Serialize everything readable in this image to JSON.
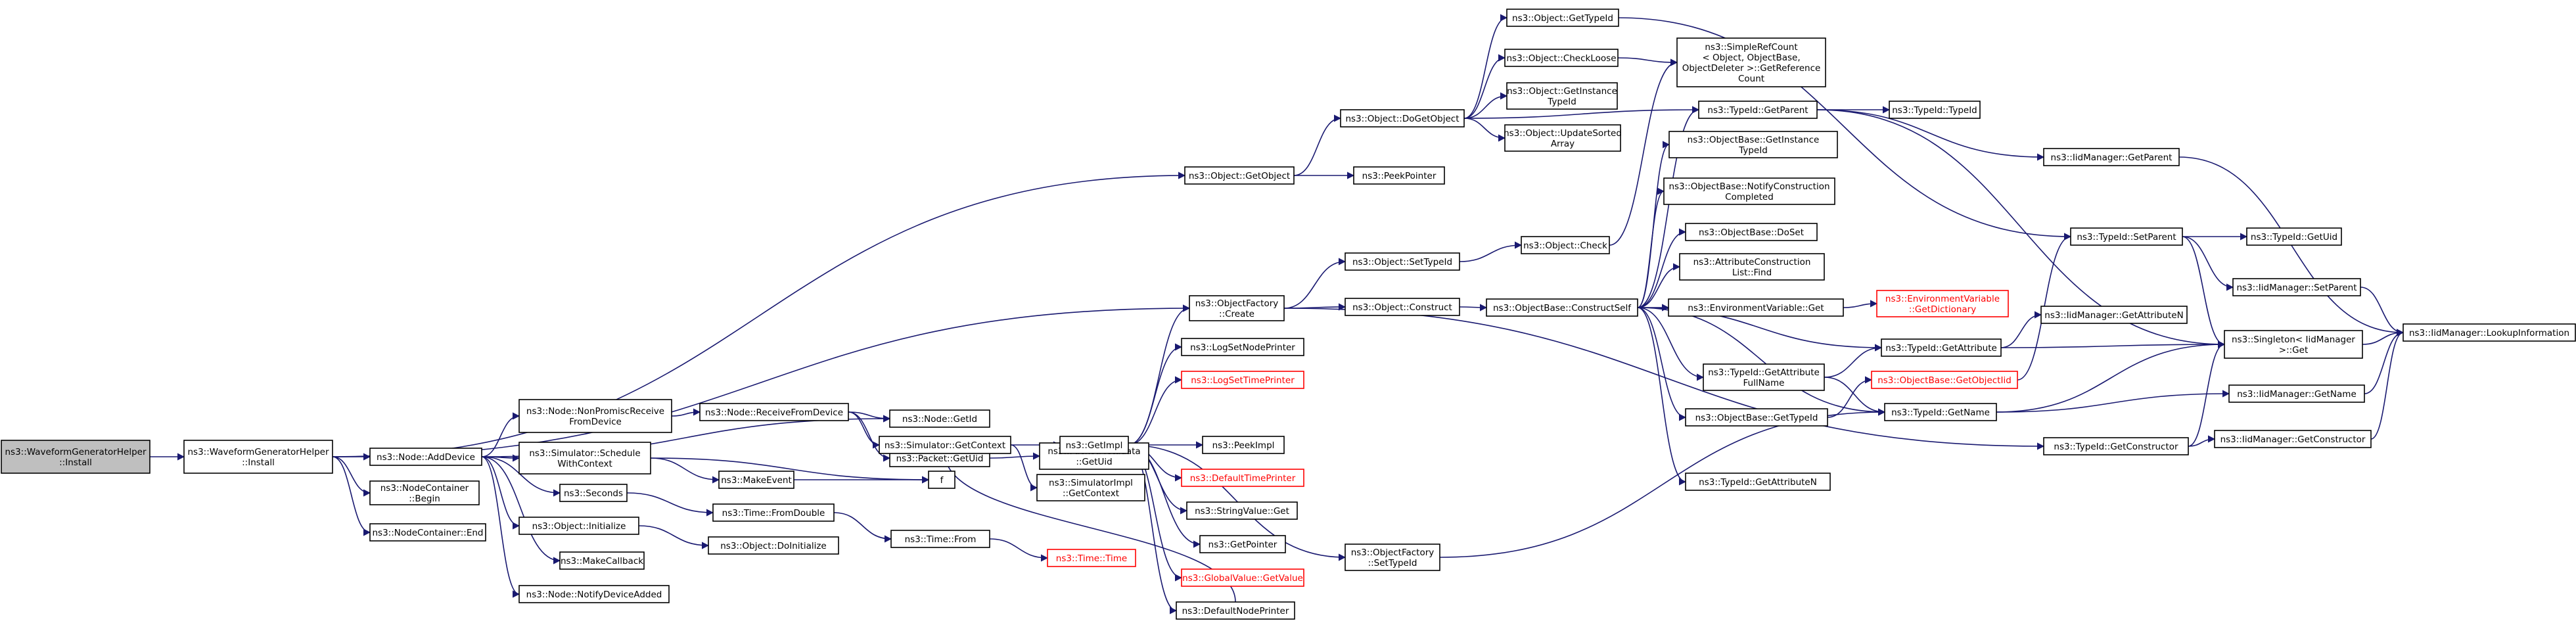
{
  "diagram": {
    "nodes": [
      {
        "id": "root",
        "lines": [
          "ns3::WaveformGeneratorHelper",
          "::Install"
        ],
        "root": true
      },
      {
        "id": "wgh_install",
        "lines": [
          "ns3::WaveformGeneratorHelper",
          "::Install"
        ]
      },
      {
        "id": "node_adddevice",
        "lines": [
          "ns3::Node::AddDevice"
        ]
      },
      {
        "id": "nc_begin",
        "lines": [
          "ns3::NodeContainer",
          "::Begin"
        ]
      },
      {
        "id": "nc_end",
        "lines": [
          "ns3::NodeContainer::End"
        ]
      },
      {
        "id": "obj_getobject",
        "lines": [
          "ns3::Object::GetObject"
        ]
      },
      {
        "id": "of_create",
        "lines": [
          "ns3::ObjectFactory",
          "::Create"
        ]
      },
      {
        "id": "node_getid",
        "lines": [
          "ns3::Node::GetId"
        ]
      },
      {
        "id": "node_nonprom",
        "lines": [
          "ns3::Node::NonPromiscReceive",
          "FromDevice"
        ]
      },
      {
        "id": "sim_schedwc",
        "lines": [
          "ns3::Simulator::Schedule",
          "WithContext"
        ]
      },
      {
        "id": "seconds",
        "lines": [
          "ns3::Seconds"
        ]
      },
      {
        "id": "obj_initialize",
        "lines": [
          "ns3::Object::Initialize"
        ]
      },
      {
        "id": "makecallback",
        "lines": [
          "ns3::MakeCallback"
        ]
      },
      {
        "id": "node_notify",
        "lines": [
          "ns3::Node::NotifyDeviceAdded"
        ]
      },
      {
        "id": "node_receive",
        "lines": [
          "ns3::Node::ReceiveFromDevice"
        ]
      },
      {
        "id": "makeevent",
        "lines": [
          "ns3::MakeEvent"
        ]
      },
      {
        "id": "f",
        "lines": [
          "f"
        ]
      },
      {
        "id": "time_fromdouble",
        "lines": [
          "ns3::Time::FromDouble"
        ]
      },
      {
        "id": "obj_doinit",
        "lines": [
          "ns3::Object::DoInitialize"
        ]
      },
      {
        "id": "packet_getuid",
        "lines": [
          "ns3::Packet::GetUid"
        ]
      },
      {
        "id": "sim_getcontext",
        "lines": [
          "ns3::Simulator::GetContext"
        ]
      },
      {
        "id": "time_from",
        "lines": [
          "ns3::Time::From"
        ]
      },
      {
        "id": "pm_getuid",
        "lines": [
          "ns3::PacketMetadata",
          "::GetUid"
        ]
      },
      {
        "id": "getimpl",
        "lines": [
          "ns3::GetImpl"
        ]
      },
      {
        "id": "time_time",
        "lines": [
          "ns3::Time::Time"
        ],
        "red": true
      },
      {
        "id": "simimpl_getctx",
        "lines": [
          "ns3::SimulatorImpl",
          "::GetContext"
        ]
      },
      {
        "id": "peekpointer",
        "lines": [
          "ns3::PeekPointer"
        ]
      },
      {
        "id": "obj_dogetobject",
        "lines": [
          "ns3::Object::DoGetObject"
        ]
      },
      {
        "id": "obj_settypeid",
        "lines": [
          "ns3::Object::SetTypeId"
        ]
      },
      {
        "id": "obj_construct",
        "lines": [
          "ns3::Object::Construct"
        ]
      },
      {
        "id": "lognodeprinter",
        "lines": [
          "ns3::LogSetNodePrinter"
        ]
      },
      {
        "id": "logtimeprinter",
        "lines": [
          "ns3::LogSetTimePrinter"
        ],
        "red": true
      },
      {
        "id": "peekimpl",
        "lines": [
          "ns3::PeekImpl"
        ]
      },
      {
        "id": "defaulttimeprinter",
        "lines": [
          "ns3::DefaultTimePrinter"
        ],
        "red": true
      },
      {
        "id": "stringvalue_get",
        "lines": [
          "ns3::StringValue::Get"
        ]
      },
      {
        "id": "getpointer",
        "lines": [
          "ns3::GetPointer"
        ]
      },
      {
        "id": "globalvalue_get",
        "lines": [
          "ns3::GlobalValue::GetValue"
        ],
        "red": true
      },
      {
        "id": "defaultnodeprinter",
        "lines": [
          "ns3::DefaultNodePrinter"
        ]
      },
      {
        "id": "of_settypeid",
        "lines": [
          "ns3::ObjectFactory",
          "::SetTypeId"
        ]
      },
      {
        "id": "obj_gettypeid",
        "lines": [
          "ns3::Object::GetTypeId"
        ]
      },
      {
        "id": "obj_checkloose",
        "lines": [
          "ns3::Object::CheckLoose"
        ]
      },
      {
        "id": "obj_getinsttypeid",
        "lines": [
          "ns3::Object::GetInstance",
          "TypeId"
        ]
      },
      {
        "id": "obj_updatesorted",
        "lines": [
          "ns3::Object::UpdateSorted",
          "Array"
        ]
      },
      {
        "id": "obj_check",
        "lines": [
          "ns3::Object::Check"
        ]
      },
      {
        "id": "objbase_constructself",
        "lines": [
          "ns3::ObjectBase::ConstructSelf"
        ]
      },
      {
        "id": "simplerefcount",
        "lines": [
          "ns3::SimpleRefCount",
          "< Object, ObjectBase,",
          "ObjectDeleter >::GetReference",
          "Count"
        ]
      },
      {
        "id": "typeid_getparent",
        "lines": [
          "ns3::TypeId::GetParent"
        ]
      },
      {
        "id": "objbase_getinsttypeid",
        "lines": [
          "ns3::ObjectBase::GetInstance",
          "TypeId"
        ]
      },
      {
        "id": "objbase_notify",
        "lines": [
          "ns3::ObjectBase::NotifyConstruction",
          "Completed"
        ]
      },
      {
        "id": "objbase_doset",
        "lines": [
          "ns3::ObjectBase::DoSet"
        ]
      },
      {
        "id": "attrconstructlist_find",
        "lines": [
          "ns3::AttributeConstruction",
          "List::Find"
        ]
      },
      {
        "id": "envvar_get",
        "lines": [
          "ns3::EnvironmentVariable::Get"
        ]
      },
      {
        "id": "typeid_getattrfullname",
        "lines": [
          "ns3::TypeId::GetAttribute",
          "FullName"
        ]
      },
      {
        "id": "objbase_gettypeid",
        "lines": [
          "ns3::ObjectBase::GetTypeId"
        ]
      },
      {
        "id": "typeid_getattrn",
        "lines": [
          "ns3::TypeId::GetAttributeN"
        ]
      },
      {
        "id": "typeid_typeid",
        "lines": [
          "ns3::TypeId::TypeId"
        ]
      },
      {
        "id": "envvar_getdict",
        "lines": [
          "ns3::EnvironmentVariable",
          "::GetDictionary"
        ],
        "red": true
      },
      {
        "id": "typeid_getattribute",
        "lines": [
          "ns3::TypeId::GetAttribute"
        ]
      },
      {
        "id": "objbase_getobjectiid",
        "lines": [
          "ns3::ObjectBase::GetObjectIid"
        ],
        "red": true
      },
      {
        "id": "typeid_getname",
        "lines": [
          "ns3::TypeId::GetName"
        ]
      },
      {
        "id": "iidmgr_getparent",
        "lines": [
          "ns3::IidManager::GetParent"
        ]
      },
      {
        "id": "iidmgr_getattrn",
        "lines": [
          "ns3::IidManager::GetAttributeN"
        ]
      },
      {
        "id": "typeid_setparent",
        "lines": [
          "ns3::TypeId::SetParent"
        ]
      },
      {
        "id": "typeid_getconstructor",
        "lines": [
          "ns3::TypeId::GetConstructor"
        ]
      },
      {
        "id": "typeid_getuid",
        "lines": [
          "ns3::TypeId::GetUid"
        ]
      },
      {
        "id": "iidmgr_setparent",
        "lines": [
          "ns3::IidManager::SetParent"
        ]
      },
      {
        "id": "singleton_get",
        "lines": [
          "ns3::Singleton< IidManager",
          ">::Get"
        ]
      },
      {
        "id": "iidmgr_getname",
        "lines": [
          "ns3::IidManager::GetName"
        ]
      },
      {
        "id": "iidmgr_getconstructor",
        "lines": [
          "ns3::IidManager::GetConstructor"
        ]
      },
      {
        "id": "iidmgr_lookupinfo",
        "lines": [
          "ns3::IidManager::LookupInformation"
        ]
      }
    ],
    "edges": [
      [
        "root",
        "wgh_install"
      ],
      [
        "wgh_install",
        "node_adddevice"
      ],
      [
        "wgh_install",
        "nc_begin"
      ],
      [
        "wgh_install",
        "nc_end"
      ],
      [
        "wgh_install",
        "obj_getobject"
      ],
      [
        "wgh_install",
        "of_create"
      ],
      [
        "node_adddevice",
        "node_getid"
      ],
      [
        "node_adddevice",
        "node_nonprom"
      ],
      [
        "node_adddevice",
        "sim_schedwc"
      ],
      [
        "node_adddevice",
        "seconds"
      ],
      [
        "node_adddevice",
        "obj_initialize"
      ],
      [
        "node_adddevice",
        "makecallback"
      ],
      [
        "node_adddevice",
        "node_notify"
      ],
      [
        "node_nonprom",
        "node_receive"
      ],
      [
        "node_receive",
        "node_getid"
      ],
      [
        "node_receive",
        "packet_getuid"
      ],
      [
        "node_receive",
        "sim_getcontext"
      ],
      [
        "sim_schedwc",
        "makeevent"
      ],
      [
        "sim_schedwc",
        "f"
      ],
      [
        "makeevent",
        "f"
      ],
      [
        "seconds",
        "time_fromdouble"
      ],
      [
        "time_fromdouble",
        "time_from"
      ],
      [
        "time_from",
        "time_time"
      ],
      [
        "obj_initialize",
        "obj_doinit"
      ],
      [
        "packet_getuid",
        "pm_getuid"
      ],
      [
        "sim_getcontext",
        "getimpl"
      ],
      [
        "sim_getcontext",
        "simimpl_getctx"
      ],
      [
        "getimpl",
        "of_create"
      ],
      [
        "getimpl",
        "lognodeprinter"
      ],
      [
        "getimpl",
        "logtimeprinter"
      ],
      [
        "getimpl",
        "peekimpl"
      ],
      [
        "getimpl",
        "defaulttimeprinter"
      ],
      [
        "getimpl",
        "stringvalue_get"
      ],
      [
        "getimpl",
        "getpointer"
      ],
      [
        "getimpl",
        "globalvalue_get"
      ],
      [
        "getimpl",
        "defaultnodeprinter"
      ],
      [
        "getimpl",
        "of_settypeid"
      ],
      [
        "defaultnodeprinter",
        "sim_getcontext"
      ],
      [
        "obj_getobject",
        "obj_dogetobject"
      ],
      [
        "obj_getobject",
        "peekpointer"
      ],
      [
        "obj_dogetobject",
        "obj_gettypeid"
      ],
      [
        "obj_dogetobject",
        "obj_checkloose"
      ],
      [
        "obj_dogetobject",
        "obj_getinsttypeid"
      ],
      [
        "obj_dogetobject",
        "obj_updatesorted"
      ],
      [
        "obj_dogetobject",
        "typeid_getparent"
      ],
      [
        "obj_checkloose",
        "simplerefcount"
      ],
      [
        "obj_gettypeid",
        "typeid_setparent"
      ],
      [
        "of_create",
        "obj_settypeid"
      ],
      [
        "of_create",
        "obj_construct"
      ],
      [
        "of_create",
        "typeid_getconstructor"
      ],
      [
        "obj_settypeid",
        "obj_check"
      ],
      [
        "obj_check",
        "simplerefcount"
      ],
      [
        "obj_construct",
        "objbase_constructself"
      ],
      [
        "objbase_constructself",
        "typeid_getparent"
      ],
      [
        "objbase_constructself",
        "objbase_getinsttypeid"
      ],
      [
        "objbase_constructself",
        "objbase_notify"
      ],
      [
        "objbase_constructself",
        "objbase_doset"
      ],
      [
        "objbase_constructself",
        "attrconstructlist_find"
      ],
      [
        "objbase_constructself",
        "envvar_get"
      ],
      [
        "objbase_constructself",
        "typeid_getattribute"
      ],
      [
        "objbase_constructself",
        "typeid_getattrfullname"
      ],
      [
        "objbase_constructself",
        "objbase_gettypeid"
      ],
      [
        "objbase_constructself",
        "typeid_getname"
      ],
      [
        "objbase_constructself",
        "typeid_getattrn"
      ],
      [
        "envvar_get",
        "envvar_getdict"
      ],
      [
        "typeid_getattrfullname",
        "typeid_getname"
      ],
      [
        "typeid_getattrfullname",
        "typeid_getattribute"
      ],
      [
        "objbase_gettypeid",
        "objbase_getobjectiid"
      ],
      [
        "objbase_getobjectiid",
        "typeid_setparent"
      ],
      [
        "typeid_getattribute",
        "iidmgr_getattrn"
      ],
      [
        "typeid_getattribute",
        "singleton_get"
      ],
      [
        "typeid_getname",
        "iidmgr_getname"
      ],
      [
        "typeid_getname",
        "singleton_get"
      ],
      [
        "typeid_getparent",
        "typeid_typeid"
      ],
      [
        "typeid_getparent",
        "iidmgr_getparent"
      ],
      [
        "typeid_getparent",
        "singleton_get"
      ],
      [
        "of_settypeid",
        "typeid_getname"
      ],
      [
        "typeid_setparent",
        "typeid_getuid"
      ],
      [
        "typeid_setparent",
        "iidmgr_setparent"
      ],
      [
        "typeid_setparent",
        "singleton_get"
      ],
      [
        "typeid_getconstructor",
        "iidmgr_getconstructor"
      ],
      [
        "typeid_getconstructor",
        "singleton_get"
      ],
      [
        "iidmgr_getparent",
        "iidmgr_lookupinfo"
      ],
      [
        "iidmgr_setparent",
        "iidmgr_lookupinfo"
      ],
      [
        "iidmgr_getname",
        "iidmgr_lookupinfo"
      ],
      [
        "iidmgr_getconstructor",
        "iidmgr_lookupinfo"
      ],
      [
        "singleton_get",
        "iidmgr_lookupinfo"
      ]
    ]
  }
}
